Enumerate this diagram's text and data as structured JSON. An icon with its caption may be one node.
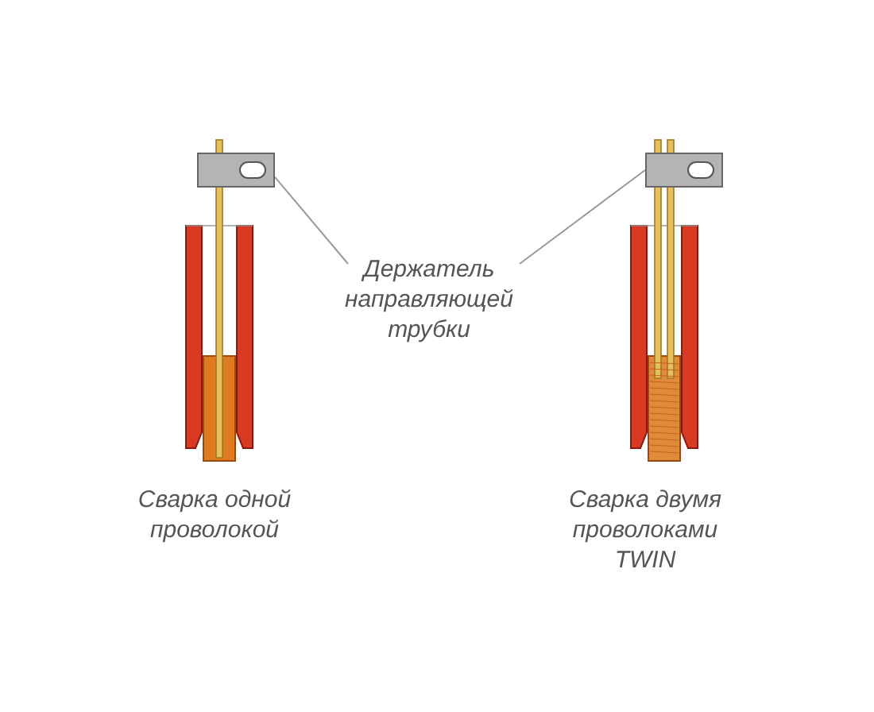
{
  "diagram": {
    "nodes": [
      {
        "text": [
          "Держатель направляющей трубки"
        ]
      },
      {
        "text": [],
        "shape": "box"
      },
      {
        "text": [],
        "shape": "box"
      }
    ],
    "edges": [
      {
        "from": 0,
        "to": 1,
        "arrow": "none"
      },
      {
        "from": 0,
        "to": 2,
        "arrow": "none"
      }
    ],
    "labels": [
      "Сварка одной проволокой",
      "Сварка двумя проволоками TWIN"
    ]
  }
}
